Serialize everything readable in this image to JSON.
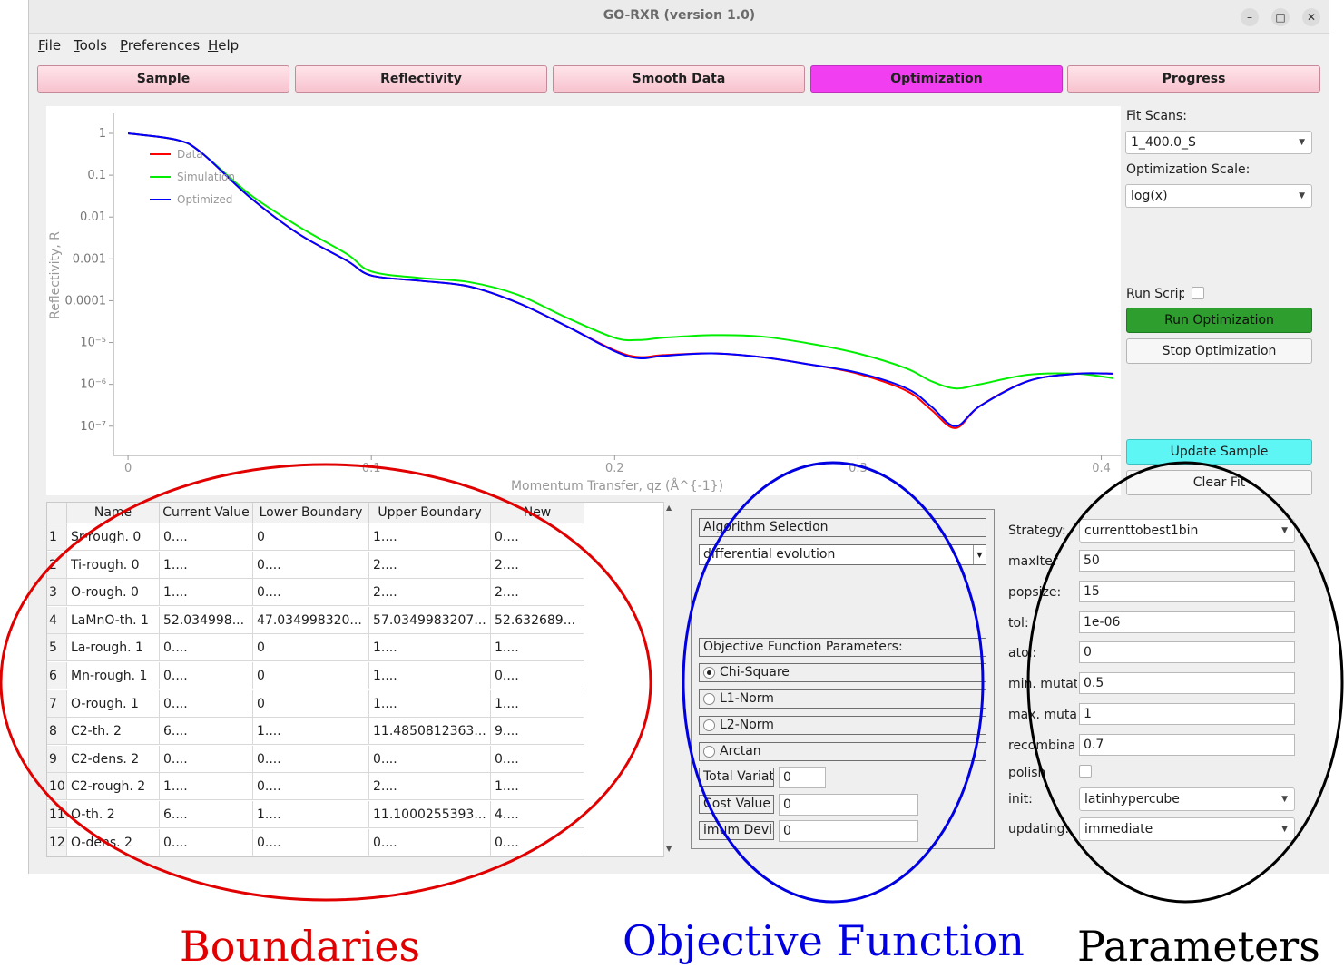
{
  "window": {
    "title": "GO-RXR (version 1.0)",
    "minimize_label": "–",
    "maximize_label": "□",
    "close_label": "✕"
  },
  "menu": [
    "File",
    "Tools",
    "Preferences",
    "Help"
  ],
  "tabs": [
    "Sample",
    "Reflectivity",
    "Smooth Data",
    "Optimization",
    "Progress"
  ],
  "side": {
    "fit_scans_label": "Fit Scans:",
    "fit_scans_value": "1_400.0_S",
    "opt_scale_label": "Optimization Scale:",
    "opt_scale_value": "log(x)",
    "run_script_label": "Run Scrip",
    "run_button": "Run Optimization",
    "stop_button": "Stop Optimization",
    "update_button": "Update Sample",
    "clear_button": "Clear Fit"
  },
  "table": {
    "headers": [
      "Name",
      "Current Value",
      "Lower Boundary",
      "Upper Boundary",
      "New"
    ],
    "rows": [
      [
        "1",
        "Sr-rough. 0",
        "0....",
        "0",
        "1....",
        "0...."
      ],
      [
        "2",
        "Ti-rough. 0",
        "1....",
        "0....",
        "2....",
        "2...."
      ],
      [
        "3",
        "O-rough. 0",
        "1....",
        "0....",
        "2....",
        "2...."
      ],
      [
        "4",
        "LaMnO-th. 1",
        "52.034998...",
        "47.034998320...",
        "57.0349983207...",
        "52.632689..."
      ],
      [
        "5",
        "La-rough. 1",
        "0....",
        "0",
        "1....",
        "1...."
      ],
      [
        "6",
        "Mn-rough. 1",
        "0....",
        "0",
        "1....",
        "0...."
      ],
      [
        "7",
        "O-rough. 1",
        "0....",
        "0",
        "1....",
        "1...."
      ],
      [
        "8",
        "C2-th. 2",
        "6....",
        "1....",
        "11.4850812363...",
        "9...."
      ],
      [
        "9",
        "C2-dens. 2",
        "0....",
        "0....",
        "0....",
        "0...."
      ],
      [
        "10",
        "C2-rough. 2",
        "1....",
        "0....",
        "2....",
        "1...."
      ],
      [
        "11",
        "O-th. 2",
        "6....",
        "1....",
        "11.1000255393...",
        "4...."
      ],
      [
        "12",
        "O-dens. 2",
        "0....",
        "0....",
        "0....",
        "0...."
      ]
    ]
  },
  "objective": {
    "algo_label": "Algorithm Selection",
    "algo_value": "differential evolution",
    "obj_label": "Objective Function Parameters:",
    "options": [
      "Chi-Square",
      "L1-Norm",
      "L2-Norm",
      "Arctan"
    ],
    "selected": "Chi-Square",
    "total_var_label": "Total Variat",
    "total_var_value": "0",
    "cost_label": "Cost Value",
    "cost_value": "0",
    "dev_label": "imum Devia",
    "dev_value": "0"
  },
  "params": {
    "strategy_label": "Strategy:",
    "strategy_value": "currenttobest1bin",
    "maxiter_label": "maxIter",
    "maxiter_value": "50",
    "popsize_label": "popsize:",
    "popsize_value": "15",
    "tol_label": "tol:",
    "tol_value": "1e-06",
    "atol_label": "atol:",
    "atol_value": "0",
    "minmut_label": "min. mutat",
    "minmut_value": "0.5",
    "maxmut_label": "max. muta",
    "maxmut_value": "1",
    "recomb_label": "recombina",
    "recomb_value": "0.7",
    "polish_label": "polish",
    "init_label": "init:",
    "init_value": "latinhypercube",
    "updating_label": "updating:",
    "updating_value": "immediate"
  },
  "captions": {
    "boundaries": "Boundaries",
    "objective": "Objective Function",
    "parameters": "Parameters"
  },
  "colors": {
    "boundaries": "#e00000",
    "objective": "#0000e0",
    "parameters": "#000000",
    "active_tab": "#f03ef0",
    "run": "#2e9e2e",
    "update": "#5ef5f5"
  },
  "chart_data": {
    "type": "line",
    "xlabel": "Momentum Transfer, qz (Å^{-1})",
    "ylabel": "Reflectivity, R",
    "yscale": "log",
    "xlim": [
      -0.006,
      0.408
    ],
    "ylim": [
      2e-08,
      3
    ],
    "x_ticks": [
      "0",
      "0.1",
      "0.2",
      "0.3",
      "0.4"
    ],
    "y_ticks": [
      "1",
      "0.1",
      "0.01",
      "0.001",
      "0.0001",
      "10⁻⁵",
      "10⁻⁶",
      "10⁻⁷"
    ],
    "legend_position": "top-left",
    "series": [
      {
        "name": "Data",
        "color": "#ff0000",
        "x": [
          0,
          0.02,
          0.03,
          0.05,
          0.07,
          0.09,
          0.1,
          0.12,
          0.14,
          0.16,
          0.18,
          0.2,
          0.21,
          0.22,
          0.24,
          0.26,
          0.28,
          0.3,
          0.32,
          0.33,
          0.34,
          0.35,
          0.37,
          0.39,
          0.405
        ],
        "y": [
          1,
          0.7,
          0.35,
          0.03,
          0.004,
          0.0009,
          0.0004,
          0.0003,
          0.00022,
          9e-05,
          2.5e-05,
          6.5e-06,
          4.5e-06,
          5e-06,
          5.5e-06,
          4.5e-06,
          3e-06,
          1.8e-06,
          7e-07,
          2.5e-07,
          9e-08,
          3e-07,
          1.2e-06,
          1.8e-06,
          1.8e-06
        ]
      },
      {
        "name": "Simulation",
        "color": "#00ee00",
        "x": [
          0,
          0.02,
          0.03,
          0.05,
          0.07,
          0.09,
          0.1,
          0.12,
          0.14,
          0.16,
          0.18,
          0.2,
          0.21,
          0.22,
          0.24,
          0.26,
          0.28,
          0.3,
          0.32,
          0.33,
          0.34,
          0.35,
          0.37,
          0.39,
          0.405
        ],
        "y": [
          1,
          0.7,
          0.35,
          0.035,
          0.006,
          0.0013,
          0.0005,
          0.00035,
          0.00028,
          0.00014,
          4e-05,
          1.3e-05,
          1.15e-05,
          1.3e-05,
          1.5e-05,
          1.4e-05,
          9.5e-06,
          5.5e-06,
          2.4e-06,
          1.2e-06,
          8e-07,
          1e-06,
          1.7e-06,
          1.8e-06,
          1.4e-06
        ]
      },
      {
        "name": "Optimized",
        "color": "#0000ff",
        "x": [
          0,
          0.02,
          0.03,
          0.05,
          0.07,
          0.09,
          0.1,
          0.12,
          0.14,
          0.16,
          0.18,
          0.2,
          0.21,
          0.22,
          0.24,
          0.26,
          0.28,
          0.3,
          0.32,
          0.33,
          0.34,
          0.35,
          0.37,
          0.39,
          0.405
        ],
        "y": [
          1,
          0.7,
          0.35,
          0.03,
          0.004,
          0.0009,
          0.0004,
          0.0003,
          0.00022,
          9e-05,
          2.5e-05,
          6.2e-06,
          4.2e-06,
          4.8e-06,
          5.5e-06,
          4.5e-06,
          3e-06,
          1.9e-06,
          8e-07,
          3e-07,
          1e-07,
          3e-07,
          1.2e-06,
          1.8e-06,
          1.8e-06
        ]
      }
    ]
  }
}
